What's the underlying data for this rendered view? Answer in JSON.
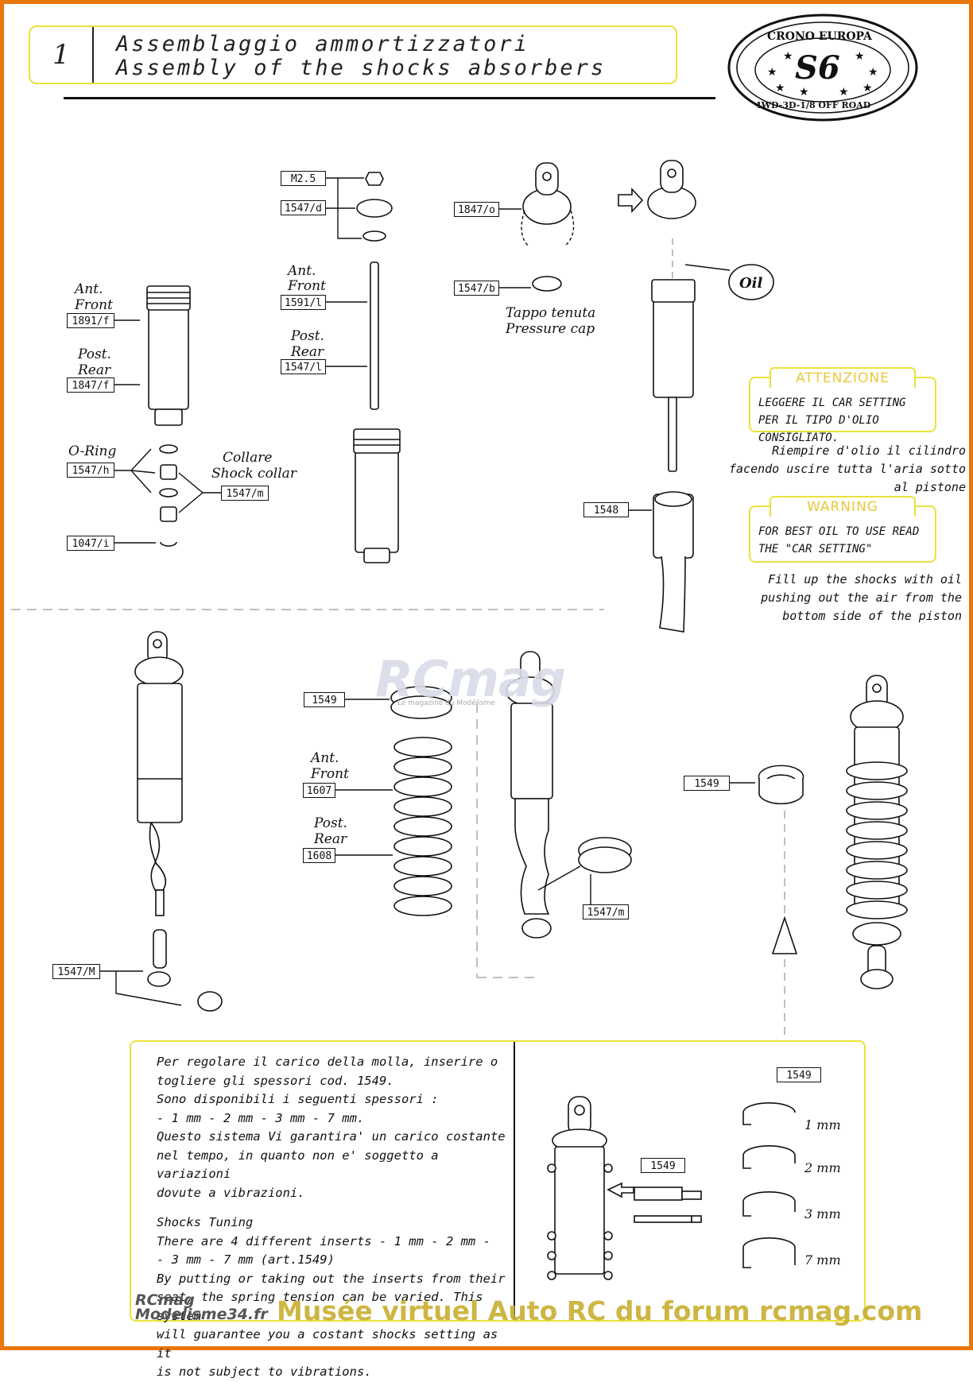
{
  "header": {
    "step_number": "1",
    "title_it": "Assemblaggio ammortizzatori",
    "title_en": "Assembly of the shocks absorbers"
  },
  "logo": {
    "top_text": "CRONO EUROPA",
    "center_text": "S6",
    "bottom_text": "4WD-3D-1/8 OFF ROAD"
  },
  "left_parts": {
    "ant_front": "Ant.\nFront",
    "code_front": "1891/f",
    "post_rear": "Post.\nRear",
    "code_rear": "1847/f",
    "oring_label": "O-Ring",
    "oring_code": "1547/h",
    "collar_label_it": "Collare",
    "collar_label_en": "Shock collar",
    "collar_code": "1547/m",
    "clip_code": "1047/i"
  },
  "rod_parts": {
    "nut_code": "M2.5",
    "piston_code": "1547/d",
    "ant_front": "Ant.",
    "front": "Front",
    "rod_front_code": "1591/l",
    "post": "Post.",
    "rear": "Rear",
    "rod_rear_code": "1547/l"
  },
  "cap_parts": {
    "cap_code": "1847/o",
    "seal_code": "1547/b",
    "cap_label_it": "Tappo tenuta",
    "cap_label_en": "Pressure cap",
    "boot_code": "1548",
    "oil_label": "Oil"
  },
  "attention": {
    "heading": "ATTENZIONE",
    "text": "LEGGERE IL CAR SETTING PER IL TIPO D'OLIO CONSIGLIATO.",
    "fill_it": "Riempire d'olio il cilindro facendo uscire tutta l'aria sotto al pistone"
  },
  "warning": {
    "heading": "WARNING",
    "text": "FOR BEST OIL TO USE READ THE \"CAR SETTING\"",
    "fill_en": "Fill up the shocks with oil pushing out the air from the bottom side of the piston"
  },
  "lower_parts": {
    "rod_end_code": "1547/M",
    "spring_cup_code": "1549",
    "ant": "Ant.",
    "front": "Front",
    "spring_front_code": "1607",
    "post": "Post.",
    "rear": "Rear",
    "spring_rear_code": "1608",
    "collar_code": "1547/m",
    "insert_code": "1549"
  },
  "tuning": {
    "it_lines": [
      "Per regolare il carico della molla, inserire o",
      "togliere gli spessori cod. 1549.",
      "Sono disponibili i seguenti spessori :",
      "- 1 mm - 2 mm - 3 mm - 7 mm.",
      "Questo sistema Vi garantira' un carico costante",
      "nel tempo, in quanto non e' soggetto a variazioni",
      "dovute a vibrazioni."
    ],
    "en_title": "Shocks Tuning",
    "en_lines": [
      "There are 4 different inserts - 1 mm - 2 mm -",
      "- 3 mm - 7 mm (art.1549)",
      "By putting or taking out the inserts from their",
      "seat, the spring tension can be varied. This system",
      "will guarantee you a costant shocks setting as it",
      "is not subject to vibrations."
    ],
    "insert_code_top": "1549",
    "insert_code_side": "1549",
    "sizes": [
      "1 mm",
      "2 mm",
      "3 mm",
      "7 mm"
    ]
  },
  "watermarks": {
    "center": "RCmag",
    "center_sub": "Le magazine du Modélisme",
    "corner_line1": "RCmag",
    "corner_line2": "Modelisme34.fr",
    "footer": "Musée virtuel Auto RC du forum rcmag.com"
  },
  "colors": {
    "frame": "#e8760a",
    "box_border": "#e9e23a",
    "watermark": "#c9b034",
    "ink": "#111111"
  }
}
